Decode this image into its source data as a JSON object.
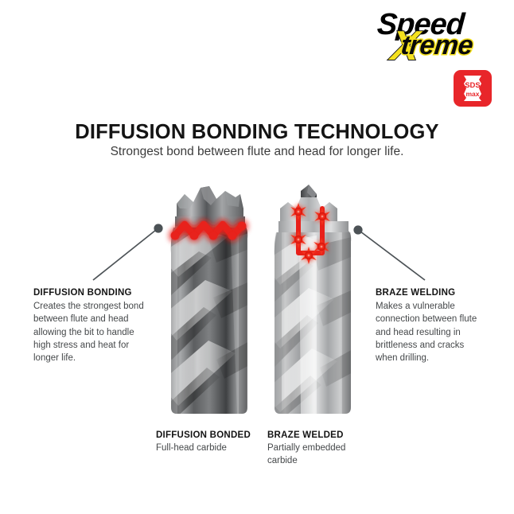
{
  "brand": {
    "word_top": "Speed",
    "word_bottom_initial": "X",
    "word_bottom_rest": "treme",
    "colors": {
      "yellow": "#f5e11e",
      "black": "#0a0a0a"
    }
  },
  "badge": {
    "line1": "SDS",
    "line2": "max",
    "color": "#e8262a"
  },
  "header": {
    "title": "DIFFUSION BONDING TECHNOLOGY",
    "subtitle": "Strongest bond between flute and head for longer life."
  },
  "callouts": [
    {
      "id": "diffusion-bonding",
      "title": "DIFFUSION BONDING",
      "body": "Creates the strongest bond between flute and head allowing the bit to handle high stress and heat for longer life."
    },
    {
      "id": "braze-welding",
      "title": "BRAZE WELDING",
      "body": "Makes a vulnerable connection between flute and head resulting in brittleness and cracks when drilling."
    }
  ],
  "captions": [
    {
      "id": "diffusion-bonded",
      "title": "DIFFUSION BONDED",
      "body": "Full-head carbide"
    },
    {
      "id": "braze-welded",
      "title": "BRAZE WELDED",
      "body": "Partially embedded carbide"
    }
  ],
  "graphics": {
    "bond_highlight_color": "#e8201a",
    "bond_glow_color": "#ff6a5a",
    "leader_line_color": "#4c5256",
    "steel_dark": "#4a4a4c",
    "steel_mid": "#8d8f91",
    "steel_light": "#d8d9da",
    "steel_highlight": "#f2f2f3",
    "left_bit_marker": "zigzag-bond-band",
    "right_bit_marker": "braze-weld-points",
    "right_bit_weld_point_count": 5
  }
}
